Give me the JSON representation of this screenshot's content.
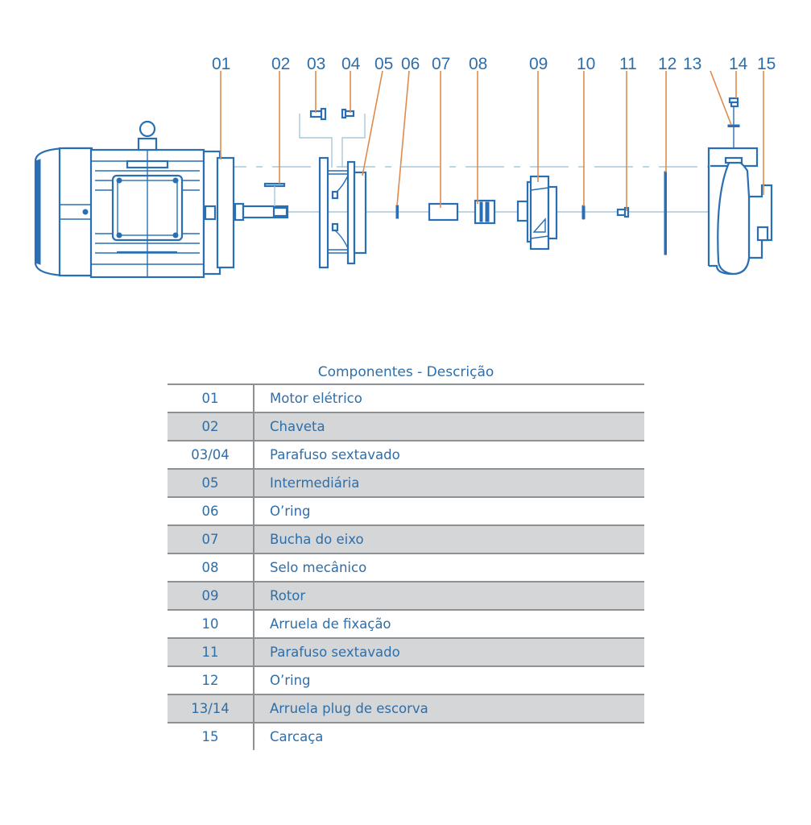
{
  "diagram": {
    "title": "Exploded view - centrifugal pump",
    "callouts": [
      "01",
      "02",
      "03",
      "04",
      "05",
      "06",
      "07",
      "08",
      "09",
      "10",
      "11",
      "12",
      "13",
      "14",
      "15"
    ]
  },
  "table": {
    "title": "Componentes - Descrição",
    "rows": [
      {
        "num": "01",
        "desc": "Motor elétrico"
      },
      {
        "num": "02",
        "desc": "Chaveta"
      },
      {
        "num": "03/04",
        "desc": "Parafuso sextavado"
      },
      {
        "num": "05",
        "desc": "Intermediária"
      },
      {
        "num": "06",
        "desc": "O’ring"
      },
      {
        "num": "07",
        "desc": "Bucha do eixo"
      },
      {
        "num": "08",
        "desc": "Selo mecânico"
      },
      {
        "num": "09",
        "desc": "Rotor"
      },
      {
        "num": "10",
        "desc": "Arruela de fixação"
      },
      {
        "num": "11",
        "desc": "Parafuso sextavado"
      },
      {
        "num": "12",
        "desc": "O’ring"
      },
      {
        "num": "13/14",
        "desc": "Arruela plug de escorva"
      },
      {
        "num": "15",
        "desc": "Carcaça"
      }
    ]
  },
  "colors": {
    "line_art": "#2a6fb3",
    "text": "#2f6ea8",
    "leader": "#e08a4c",
    "row_shade": "#d4d6d8",
    "rule": "#8e9194"
  }
}
